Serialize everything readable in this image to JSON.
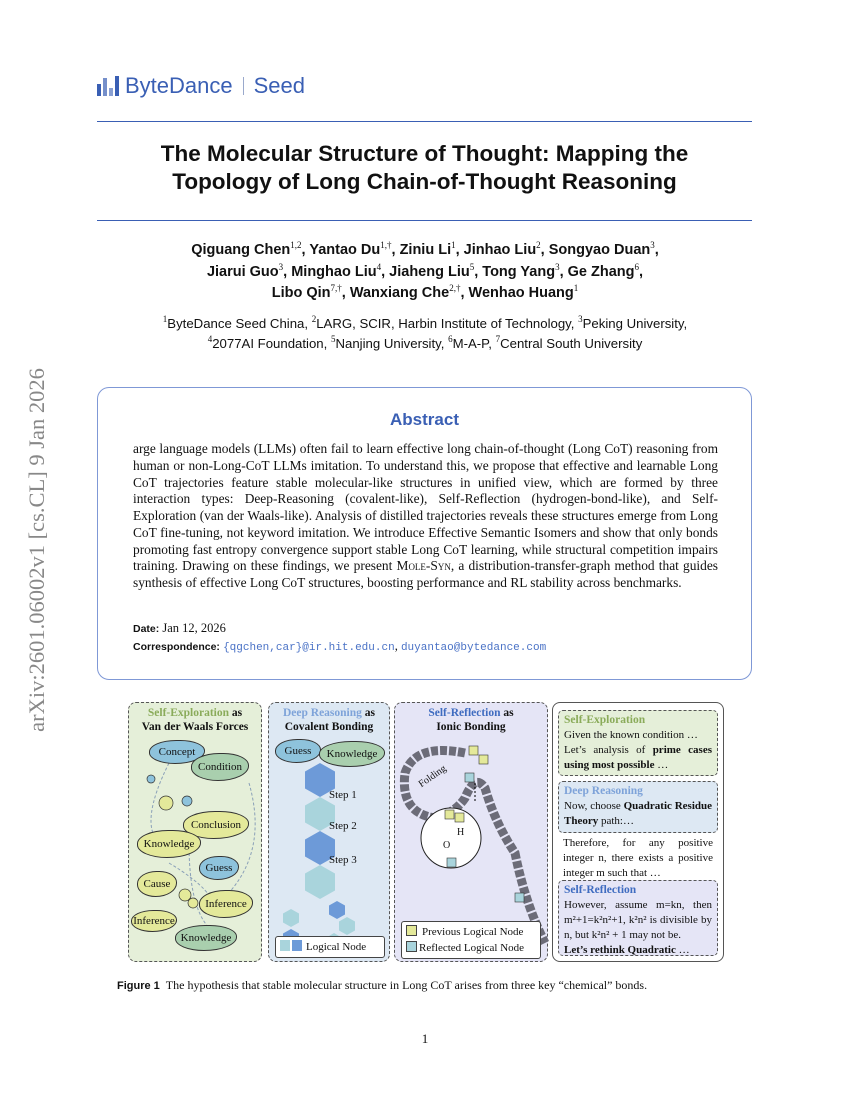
{
  "logo": {
    "brand": "ByteDance",
    "product": "Seed",
    "color": "#3a5fb4"
  },
  "sidebar_stamp": "arXiv:2601.06002v1  [cs.CL]  9 Jan 2026",
  "title": {
    "line1": "The Molecular Structure of Thought: Mapping the",
    "line2": "Topology of Long Chain-of-Thought Reasoning"
  },
  "authors": [
    {
      "name": "Qiguang Chen",
      "sup": "1,2"
    },
    {
      "name": "Yantao Du",
      "sup": "1,†"
    },
    {
      "name": "Ziniu Li",
      "sup": "1"
    },
    {
      "name": "Jinhao Liu",
      "sup": "2"
    },
    {
      "name": "Songyao Duan",
      "sup": "3",
      "br": true
    },
    {
      "name": "Jiarui Guo",
      "sup": "3"
    },
    {
      "name": "Minghao Liu",
      "sup": "4"
    },
    {
      "name": "Jiaheng Liu",
      "sup": "5"
    },
    {
      "name": "Tong Yang",
      "sup": "3"
    },
    {
      "name": "Ge Zhang",
      "sup": "6",
      "br": true
    },
    {
      "name": "Libo Qin",
      "sup": "7,†"
    },
    {
      "name": "Wanxiang Che",
      "sup": "2,†"
    },
    {
      "name": "Wenhao Huang",
      "sup": "1",
      "last": true
    }
  ],
  "affiliations": [
    {
      "sup": "1",
      "name": "ByteDance Seed China"
    },
    {
      "sup": "2",
      "name": "LARG, SCIR, Harbin Institute of Technology"
    },
    {
      "sup": "3",
      "name": "Peking University",
      "br": true
    },
    {
      "sup": "4",
      "name": "2077AI Foundation"
    },
    {
      "sup": "5",
      "name": "Nanjing University"
    },
    {
      "sup": "6",
      "name": "M-A-P"
    },
    {
      "sup": "7",
      "name": "Central South University",
      "last": true
    }
  ],
  "abstract": {
    "heading": "Abstract",
    "text_before": "arge language models (LLMs) often fail to learn effective long chain-of-thought (Long CoT) reasoning from human or non-Long-CoT LLMs imitation. To understand this, we propose that effective and learnable Long CoT trajectories feature stable molecular-like structures in unified view, which are formed by three interaction types: Deep-Reasoning (covalent-like), Self-Reflection (hydrogen-bond-like), and Self-Exploration (van der Waals-like). Analysis of distilled trajectories reveals these structures emerge from Long CoT fine-tuning, not keyword imitation. We introduce Effective Semantic Isomers and show that only bonds promoting fast entropy convergence support stable Long CoT learning, while structural competition impairs training. Drawing on these findings, we present ",
    "method": "Mole-Syn",
    "text_after": ", a distribution-transfer-graph method that guides synthesis of effective Long CoT structures, boosting performance and RL stability across benchmarks.",
    "date_label": "Date:",
    "date": "Jan 12, 2026",
    "corr_label": "Correspondence:",
    "email1": "{qgchen,car}@ir.hit.edu.cn",
    "email_sep": ", ",
    "email2": "duyantao@bytedance.com"
  },
  "figure": {
    "p1": {
      "title_colored": "Self-Exploration",
      "title_as": " as",
      "title2": "Van der Waals Forces",
      "color": "#8aab5a",
      "nodes": [
        "Concept",
        "Condition",
        "Conclusion",
        "Knowledge",
        "Guess",
        "Cause",
        "Inference",
        "Inference",
        "Knowledge"
      ]
    },
    "p2": {
      "title_colored": "Deep Reasoning",
      "title_as": " as",
      "title2": "Covalent Bonding",
      "color": "#7ea3d9",
      "nodes": [
        "Guess",
        "Knowledge"
      ],
      "steps": [
        "Step 1",
        "Step 2",
        "Step 3"
      ],
      "legend": "Logical Node"
    },
    "p3": {
      "title_colored": "Self-Reflection",
      "title_as": " as",
      "title2": "Ionic Bonding",
      "color": "#3f6cc0",
      "folding": "Folding",
      "h": "H",
      "o": "O",
      "legend1": "Previous Logical Node",
      "legend2": "Reflected Logical Node"
    },
    "p4": {
      "se_title": "Self-Exploration",
      "se_l1": "Given the known condition …",
      "se_l2a": "Let’s analysis of ",
      "se_l2b": "prime cases using most possible",
      "se_l2c": " …",
      "dr_title": "Deep Reasoning",
      "dr_a": "Now, choose ",
      "dr_b": "Quadratic Residue Theory",
      "dr_c": " path:…",
      "mid": "Therefore, for any positive integer n, there exists a positive integer m such that …",
      "sr_title": "Self-Reflection",
      "sr_l1": "However, assume m=kn, then m²+1=k²n²+1, k²n² is divisible by n, but k²n² + 1 may not be.",
      "sr_l2": "Let’s rethink Quadratic",
      " sr_l3": " …"
    },
    "caption_label": "Figure 1",
    "caption": "The hypothesis that stable molecular structure in Long CoT arises from three key “chemical” bonds."
  },
  "page_number": "1"
}
